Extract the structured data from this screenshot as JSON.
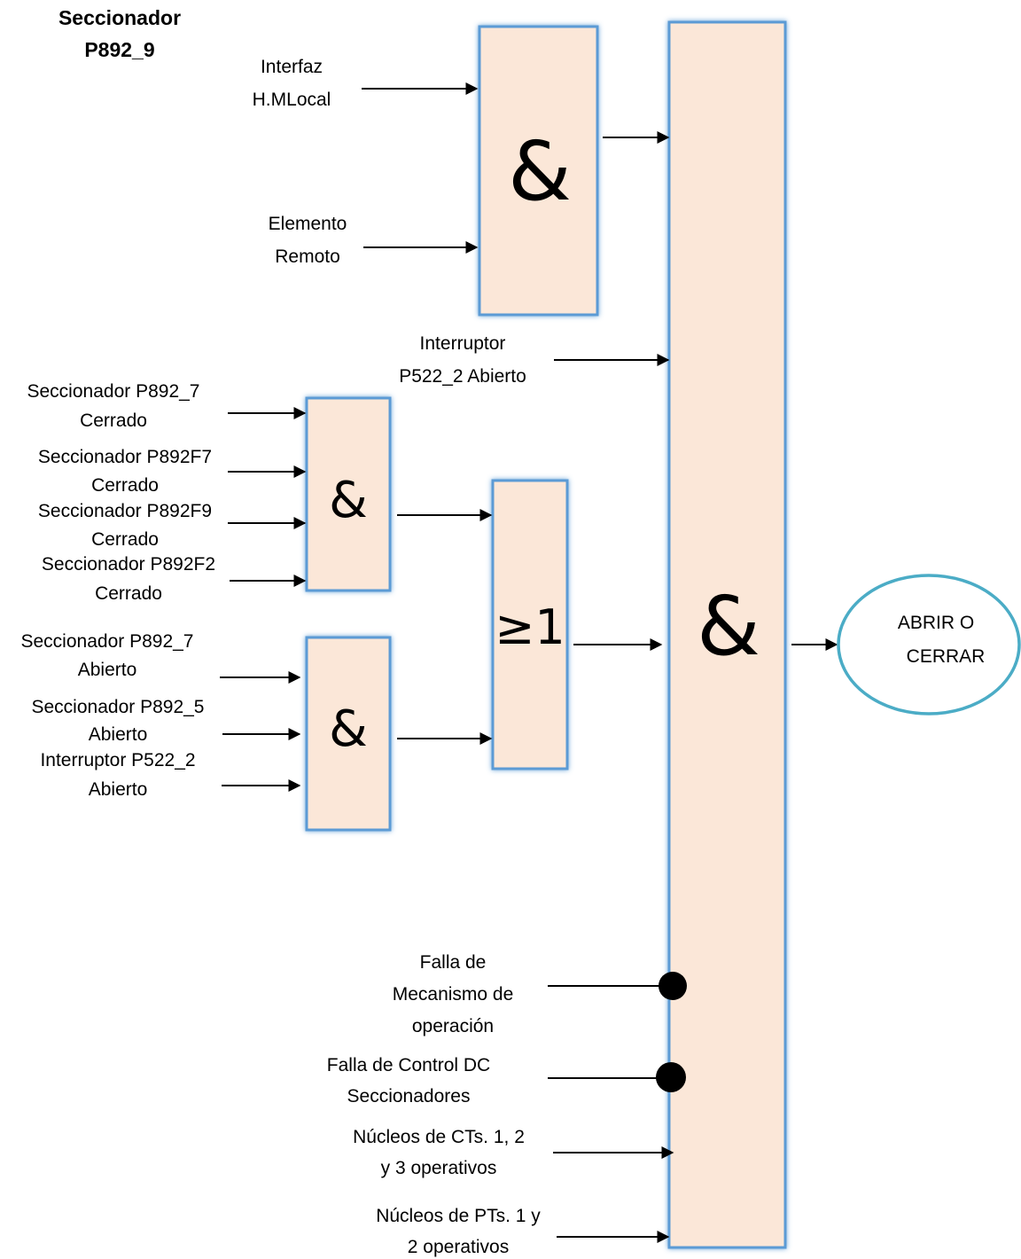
{
  "title": [
    "Seccionador",
    "P892_9"
  ],
  "gates": {
    "and_top": "&",
    "and_mid1": "&",
    "and_mid2": "&",
    "or_gate": "≥1",
    "and_main": "&"
  },
  "inputs": {
    "interfaz": [
      "Interfaz",
      "H.MLocal"
    ],
    "elemento_remoto": [
      "Elemento",
      "Remoto"
    ],
    "interruptor_p522_2": [
      "Interruptor",
      "P522_2 Abierto"
    ],
    "secc_p892_7_cerrado": [
      "Seccionador P892_7",
      "Cerrado"
    ],
    "secc_p892f7_cerrado": [
      "Seccionador P892F7",
      "Cerrado"
    ],
    "secc_p892f9_cerrado": [
      "Seccionador P892F9",
      "Cerrado"
    ],
    "secc_p892f2_cerrado": [
      "Seccionador P892F2",
      "Cerrado"
    ],
    "secc_p892_7_abierto": [
      "Seccionador P892_7",
      "Abierto"
    ],
    "secc_p892_5_abierto": [
      "Seccionador P892_5",
      "Abierto"
    ],
    "interr_p522_2_abierto": [
      "Interruptor P522_2",
      "Abierto"
    ],
    "falla_mecanismo": [
      "Falla de",
      "Mecanismo de",
      "operación"
    ],
    "falla_control_dc": [
      "Falla de Control DC",
      "Seccionadores"
    ],
    "nucleos_cts": [
      "Núcleos de CTs. 1, 2",
      "y 3 operativos"
    ],
    "nucleos_pts": [
      "Núcleos de PTs. 1 y",
      "2 operativos"
    ]
  },
  "output": [
    "ABRIR O",
    "CERRAR"
  ]
}
